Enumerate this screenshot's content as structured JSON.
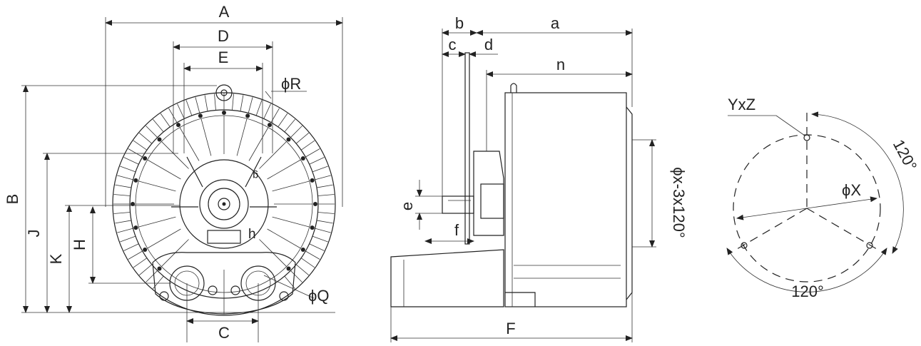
{
  "front_view": {
    "dims": {
      "A": "A",
      "B": "B",
      "C": "C",
      "D": "D",
      "E": "E",
      "H": "H",
      "J": "J",
      "K": "K",
      "phiQ": "ϕQ",
      "phiR": "ϕR",
      "h": "h",
      "g": "g"
    }
  },
  "side_view": {
    "dims": {
      "a": "a",
      "b": "b",
      "c": "c",
      "d": "d",
      "e": "e",
      "f": "f",
      "n": "n",
      "F": "F",
      "flange": "ϕx-3x120°"
    }
  },
  "flange_view": {
    "labels": {
      "hole": "YxZ",
      "diameter": "ϕX",
      "angle_right": "120°",
      "angle_bottom": "120°"
    }
  }
}
